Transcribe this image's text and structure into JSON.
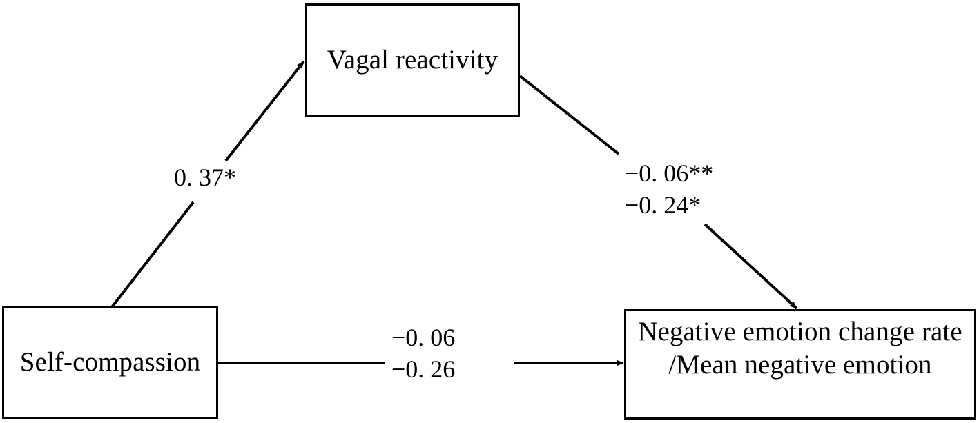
{
  "diagram": {
    "type": "mediation-path-model",
    "nodes": [
      {
        "id": "vagal",
        "label": "Vagal reactivity"
      },
      {
        "id": "self_compassion",
        "label": "Self-compassion"
      },
      {
        "id": "outcome",
        "label": "Negative emotion change rate\n/Mean negative emotion"
      }
    ],
    "edges": [
      {
        "id": "a-path",
        "from": "self_compassion",
        "to": "vagal",
        "label": "0. 37*",
        "coefficients": [
          "0. 37*"
        ],
        "arrow": true
      },
      {
        "id": "b-path",
        "from": "vagal",
        "to": "outcome",
        "label": "−0. 06**\n−0. 24*",
        "coefficients": [
          "−0. 06**",
          "−0. 24*"
        ],
        "arrow": true
      },
      {
        "id": "c-path",
        "from": "self_compassion",
        "to": "outcome",
        "label": "−0. 06\n−0. 26",
        "coefficients": [
          "−0. 06",
          "−0. 26"
        ],
        "arrow": true
      }
    ],
    "colors": {
      "stroke": "#000000",
      "fill": "#ffffff",
      "text": "#000000"
    }
  }
}
